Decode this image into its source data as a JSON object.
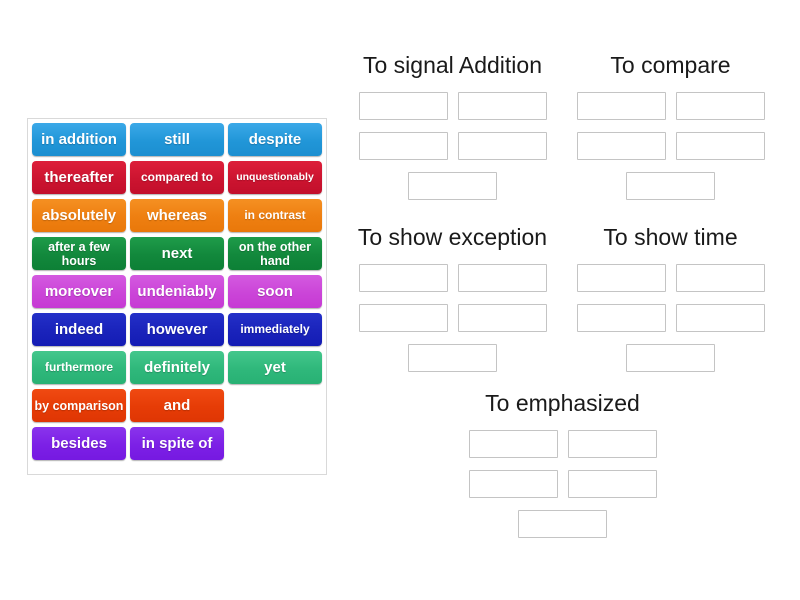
{
  "tray": {
    "name": "word-tile-tray",
    "tiles": [
      {
        "label": "in addition",
        "color": "#2196d8",
        "style": ""
      },
      {
        "label": "still",
        "color": "#2196d8",
        "style": ""
      },
      {
        "label": "despite",
        "color": "#2196d8",
        "style": ""
      },
      {
        "label": "thereafter",
        "color": "#cc1430",
        "style": ""
      },
      {
        "label": "compared to",
        "color": "#cc1430",
        "style": "sm"
      },
      {
        "label": "unquestionably",
        "color": "#cc1430",
        "style": "xs"
      },
      {
        "label": "absolutely",
        "color": "#ee7f11",
        "style": ""
      },
      {
        "label": "whereas",
        "color": "#ee7f11",
        "style": ""
      },
      {
        "label": "in contrast",
        "color": "#ee7f11",
        "style": "sm"
      },
      {
        "label": "after a few hours",
        "color": "#12883c",
        "style": "two"
      },
      {
        "label": "next",
        "color": "#12883c",
        "style": ""
      },
      {
        "label": "on the other hand",
        "color": "#12883c",
        "style": "two"
      },
      {
        "label": "moreover",
        "color": "#cb45d8",
        "style": ""
      },
      {
        "label": "undeniably",
        "color": "#cb45d8",
        "style": ""
      },
      {
        "label": "soon",
        "color": "#cb45d8",
        "style": ""
      },
      {
        "label": "indeed",
        "color": "#1a23bb",
        "style": ""
      },
      {
        "label": "however",
        "color": "#1a23bb",
        "style": ""
      },
      {
        "label": "immediately",
        "color": "#1a23bb",
        "style": "sm"
      },
      {
        "label": "furthermore",
        "color": "#2fb87b",
        "style": "sm"
      },
      {
        "label": "definitely",
        "color": "#2fb87b",
        "style": ""
      },
      {
        "label": "yet",
        "color": "#2fb87b",
        "style": ""
      },
      {
        "label": "by comparison",
        "color": "#e63c06",
        "style": "two"
      },
      {
        "label": "and",
        "color": "#e63c06",
        "style": ""
      },
      {
        "label": "besides",
        "color": "#7c20e6",
        "style": ""
      },
      {
        "label": "in spite of",
        "color": "#7c20e6",
        "style": ""
      }
    ]
  },
  "categories": [
    {
      "id": "signal-addition",
      "title": "To signal Addition",
      "slot_count": 5,
      "rows": [
        2,
        2,
        1
      ]
    },
    {
      "id": "compare",
      "title": "To compare",
      "slot_count": 5,
      "rows": [
        2,
        2,
        1
      ]
    },
    {
      "id": "show-exception",
      "title": "To show exception",
      "slot_count": 5,
      "rows": [
        2,
        2,
        1
      ]
    },
    {
      "id": "show-time",
      "title": "To show time",
      "slot_count": 5,
      "rows": [
        2,
        2,
        1
      ]
    },
    {
      "id": "emphasized",
      "title": "To emphasized",
      "slot_count": 5,
      "rows": [
        2,
        2,
        1
      ]
    }
  ],
  "palette": {
    "background": "#ffffff",
    "tray_border": "#d9d9d9",
    "slot_border": "#c4c4c4",
    "title_color": "#1a1a1a",
    "tile_text": "#ffffff"
  }
}
